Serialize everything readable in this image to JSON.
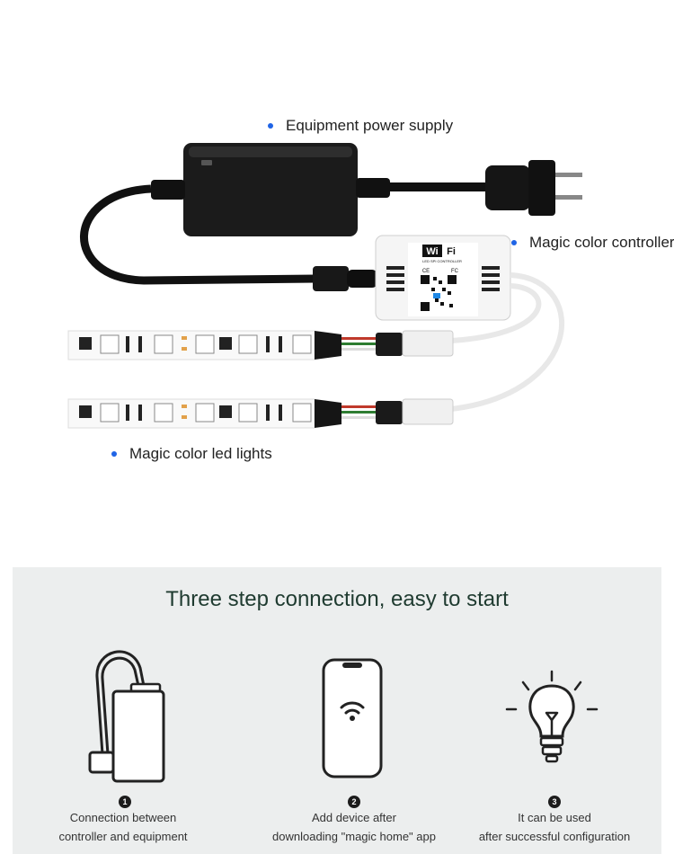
{
  "labels": {
    "power_supply": "Equipment power supply",
    "controller": "Magic color controller",
    "led_lights": "Magic color led lights"
  },
  "controller_badge": {
    "wifi_left": "Wi",
    "wifi_right": "Fi",
    "subtitle": "LED SPI CONTROLLER",
    "cert_ce": "CE",
    "cert_fc": "FC"
  },
  "steps": {
    "title": "Three step connection, easy to start",
    "items": [
      {
        "number": "1",
        "line1": "Connection between",
        "line2": "controller and equipment",
        "icon": "controller-cable-icon"
      },
      {
        "number": "2",
        "line1": "Add device after",
        "line2": "downloading \"magic home\" app",
        "icon": "phone-wifi-icon"
      },
      {
        "number": "3",
        "line1": "It can be used",
        "line2": "after successful configuration",
        "icon": "light-bulb-icon"
      }
    ]
  },
  "colors": {
    "bullet": "#1f64e6",
    "panel": "#eceeee",
    "title": "#1f3b30"
  }
}
